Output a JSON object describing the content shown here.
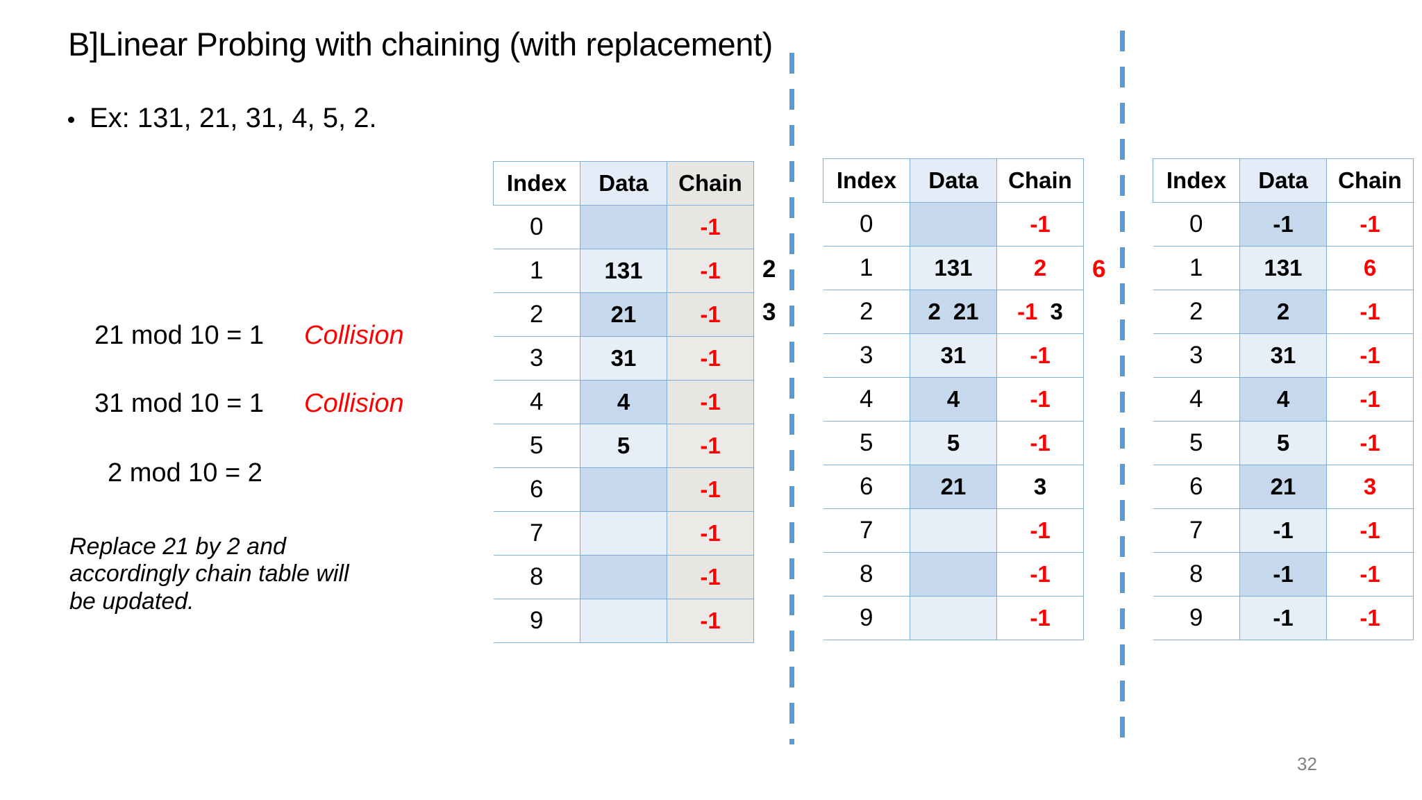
{
  "slide": {
    "title": "B]Linear Probing with chaining (with replacement)",
    "page_number": "32"
  },
  "bullet": {
    "icon": "bullet-dot",
    "text": "Ex: 131, 21, 31, 4, 5, 2."
  },
  "mod_lines": [
    {
      "expr": "21 mod 10 = 1",
      "note": "Collision"
    },
    {
      "expr": "31 mod 10 = 1",
      "note": "Collision"
    },
    {
      "expr": "2 mod 10 = 2",
      "note": ""
    }
  ],
  "replace_note": {
    "line1": "Replace  21  by  2  and",
    "line2": "accordingly  chain  table  will",
    "line3": "be updated."
  },
  "columns": [
    "Index",
    "Data",
    "Chain"
  ],
  "tables": [
    {
      "id": "table-1",
      "rows": [
        {
          "index": "0",
          "data": "",
          "chain": "-1",
          "chain2": ""
        },
        {
          "index": "1",
          "data": "131",
          "chain": "-1",
          "chain2": ""
        },
        {
          "index": "2",
          "data": "21",
          "chain": "-1",
          "chain2": ""
        },
        {
          "index": "3",
          "data": "31",
          "chain": "-1",
          "chain2": ""
        },
        {
          "index": "4",
          "data": "4",
          "chain": "-1",
          "chain2": ""
        },
        {
          "index": "5",
          "data": "5",
          "chain": "-1",
          "chain2": ""
        },
        {
          "index": "6",
          "data": "",
          "chain": "-1",
          "chain2": ""
        },
        {
          "index": "7",
          "data": "",
          "chain": "-1",
          "chain2": ""
        },
        {
          "index": "8",
          "data": "",
          "chain": "-1",
          "chain2": ""
        },
        {
          "index": "9",
          "data": "",
          "chain": "-1",
          "chain2": ""
        }
      ]
    },
    {
      "id": "table-2",
      "rows": [
        {
          "index": "0",
          "data": "",
          "data2": "",
          "chain": "-1",
          "chain2": ""
        },
        {
          "index": "1",
          "data": "131",
          "data2": "",
          "chain": "2",
          "chain2": ""
        },
        {
          "index": "2",
          "data": "2",
          "data2": "21",
          "chain": "-1",
          "chain2": "3"
        },
        {
          "index": "3",
          "data": "31",
          "data2": "",
          "chain": "-1",
          "chain2": ""
        },
        {
          "index": "4",
          "data": "4",
          "data2": "",
          "chain": "-1",
          "chain2": ""
        },
        {
          "index": "5",
          "data": "5",
          "data2": "",
          "chain": "-1",
          "chain2": ""
        },
        {
          "index": "6",
          "data": "21",
          "data2": "",
          "chain": "",
          "chain2": "3"
        },
        {
          "index": "7",
          "data": "",
          "data2": "",
          "chain": "-1",
          "chain2": ""
        },
        {
          "index": "8",
          "data": "",
          "data2": "",
          "chain": "-1",
          "chain2": ""
        },
        {
          "index": "9",
          "data": "",
          "data2": "",
          "chain": "-1",
          "chain2": ""
        }
      ]
    },
    {
      "id": "table-3",
      "rows": [
        {
          "index": "0",
          "data": "-1",
          "chain": "-1",
          "chain2": ""
        },
        {
          "index": "1",
          "data": "131",
          "chain": "6",
          "chain2": ""
        },
        {
          "index": "2",
          "data": "2",
          "chain": "-1",
          "chain2": ""
        },
        {
          "index": "3",
          "data": "31",
          "chain": "-1",
          "chain2": ""
        },
        {
          "index": "4",
          "data": "4",
          "chain": "-1",
          "chain2": ""
        },
        {
          "index": "5",
          "data": "5",
          "chain": "-1",
          "chain2": ""
        },
        {
          "index": "6",
          "data": "21",
          "chain": "3",
          "chain2": ""
        },
        {
          "index": "7",
          "data": "-1",
          "chain": "-1",
          "chain2": ""
        },
        {
          "index": "8",
          "data": "-1",
          "chain": "-1",
          "chain2": ""
        },
        {
          "index": "9",
          "data": "-1",
          "chain": "-1",
          "chain2": ""
        }
      ]
    }
  ],
  "side_notes": {
    "a": "2",
    "b": "3",
    "c": "6"
  },
  "colors": {
    "accent_blue": "#5b9bd5",
    "table_border": "#7eaede",
    "data_band_dark": "#c5d8ec",
    "data_band_light": "#e6eef8",
    "chain_gray": "#e8e6e3",
    "negative_red": "#ff0000",
    "page_number_gray": "#808080"
  }
}
